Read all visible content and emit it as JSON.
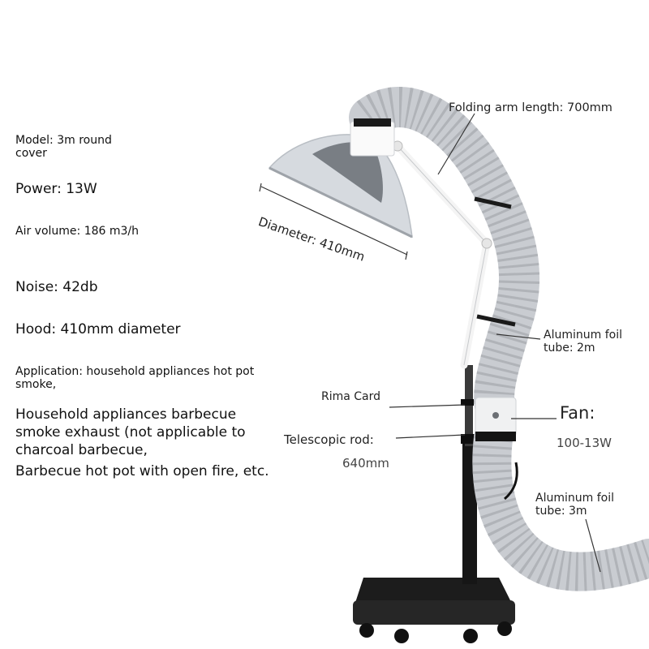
{
  "specs": {
    "model": "Model: 3m round cover",
    "power": "Power: 13W",
    "air_volume": "Air volume: 186 m3/h",
    "noise": "Noise: 42db",
    "hood": "Hood: 410mm diameter",
    "application": "Application: household appliances hot pot smoke,",
    "household": "Household appliances barbecue smoke exhaust (not applicable to charcoal barbecue,",
    "barbecue": "Barbecue hot pot with open fire, etc."
  },
  "callouts": {
    "folding_arm": "Folding arm length: 700mm",
    "diameter": "Diameter: 410mm",
    "foil_tube_2m": "Aluminum foil tube: 2m",
    "rima_card": "Rima Card",
    "fan_label": "Fan:",
    "fan_value": "100-13W",
    "telescopic_label": "Telescopic rod:",
    "telescopic_value": "640mm",
    "foil_tube_3m": "Aluminum foil tube: 3m"
  },
  "colors": {
    "stand": "#1c1c1c",
    "hood": "#d6dadf",
    "tube": "#c9ccd1",
    "tube_ridge": "#9a9ea4",
    "arm": "#f4f4f4"
  },
  "icons": [
    "smoke-hood-icon",
    "folding-arm-icon",
    "foil-tube-icon",
    "fan-unit-icon",
    "telescopic-rod-icon",
    "stand-base-icon"
  ]
}
